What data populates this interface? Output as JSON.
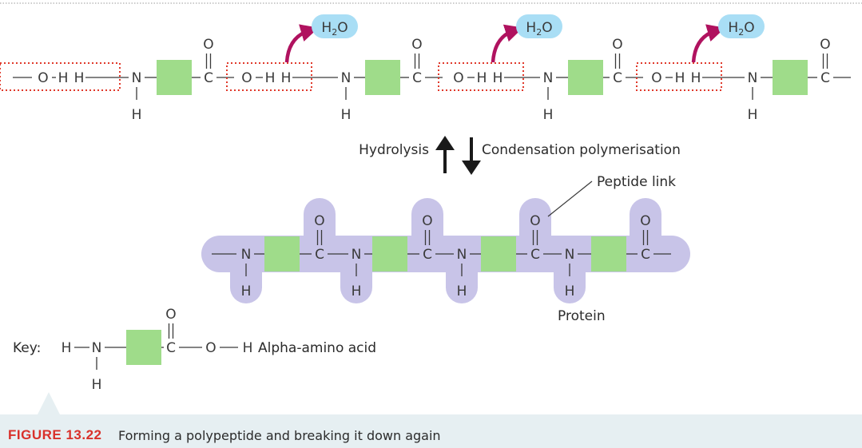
{
  "atoms": {
    "o": "O",
    "h": "H",
    "n": "N",
    "c": "C"
  },
  "water": "H2O",
  "water_main": "H",
  "water_sub": "2",
  "water_tail": "O",
  "arrows": {
    "hydrolysis": "Hydrolysis",
    "condensation": "Condensation polymerisation"
  },
  "labels": {
    "peptide_link": "Peptide link",
    "protein": "Protein"
  },
  "key": {
    "prefix": "Key:",
    "name": "Alpha-amino acid"
  },
  "caption": {
    "label": "FIGURE 13.22",
    "text": "Forming a polypeptide and breaking it down again"
  },
  "colors": {
    "r_group": "#9fdc8a",
    "protein_shade": "#c8c4e8",
    "water_bubble": "#a9def5",
    "reaction_arrow": "#b0125f",
    "dotted_box": "#e0392b",
    "caption_bg": "#e6eff2",
    "caption_label": "#d9312b"
  }
}
